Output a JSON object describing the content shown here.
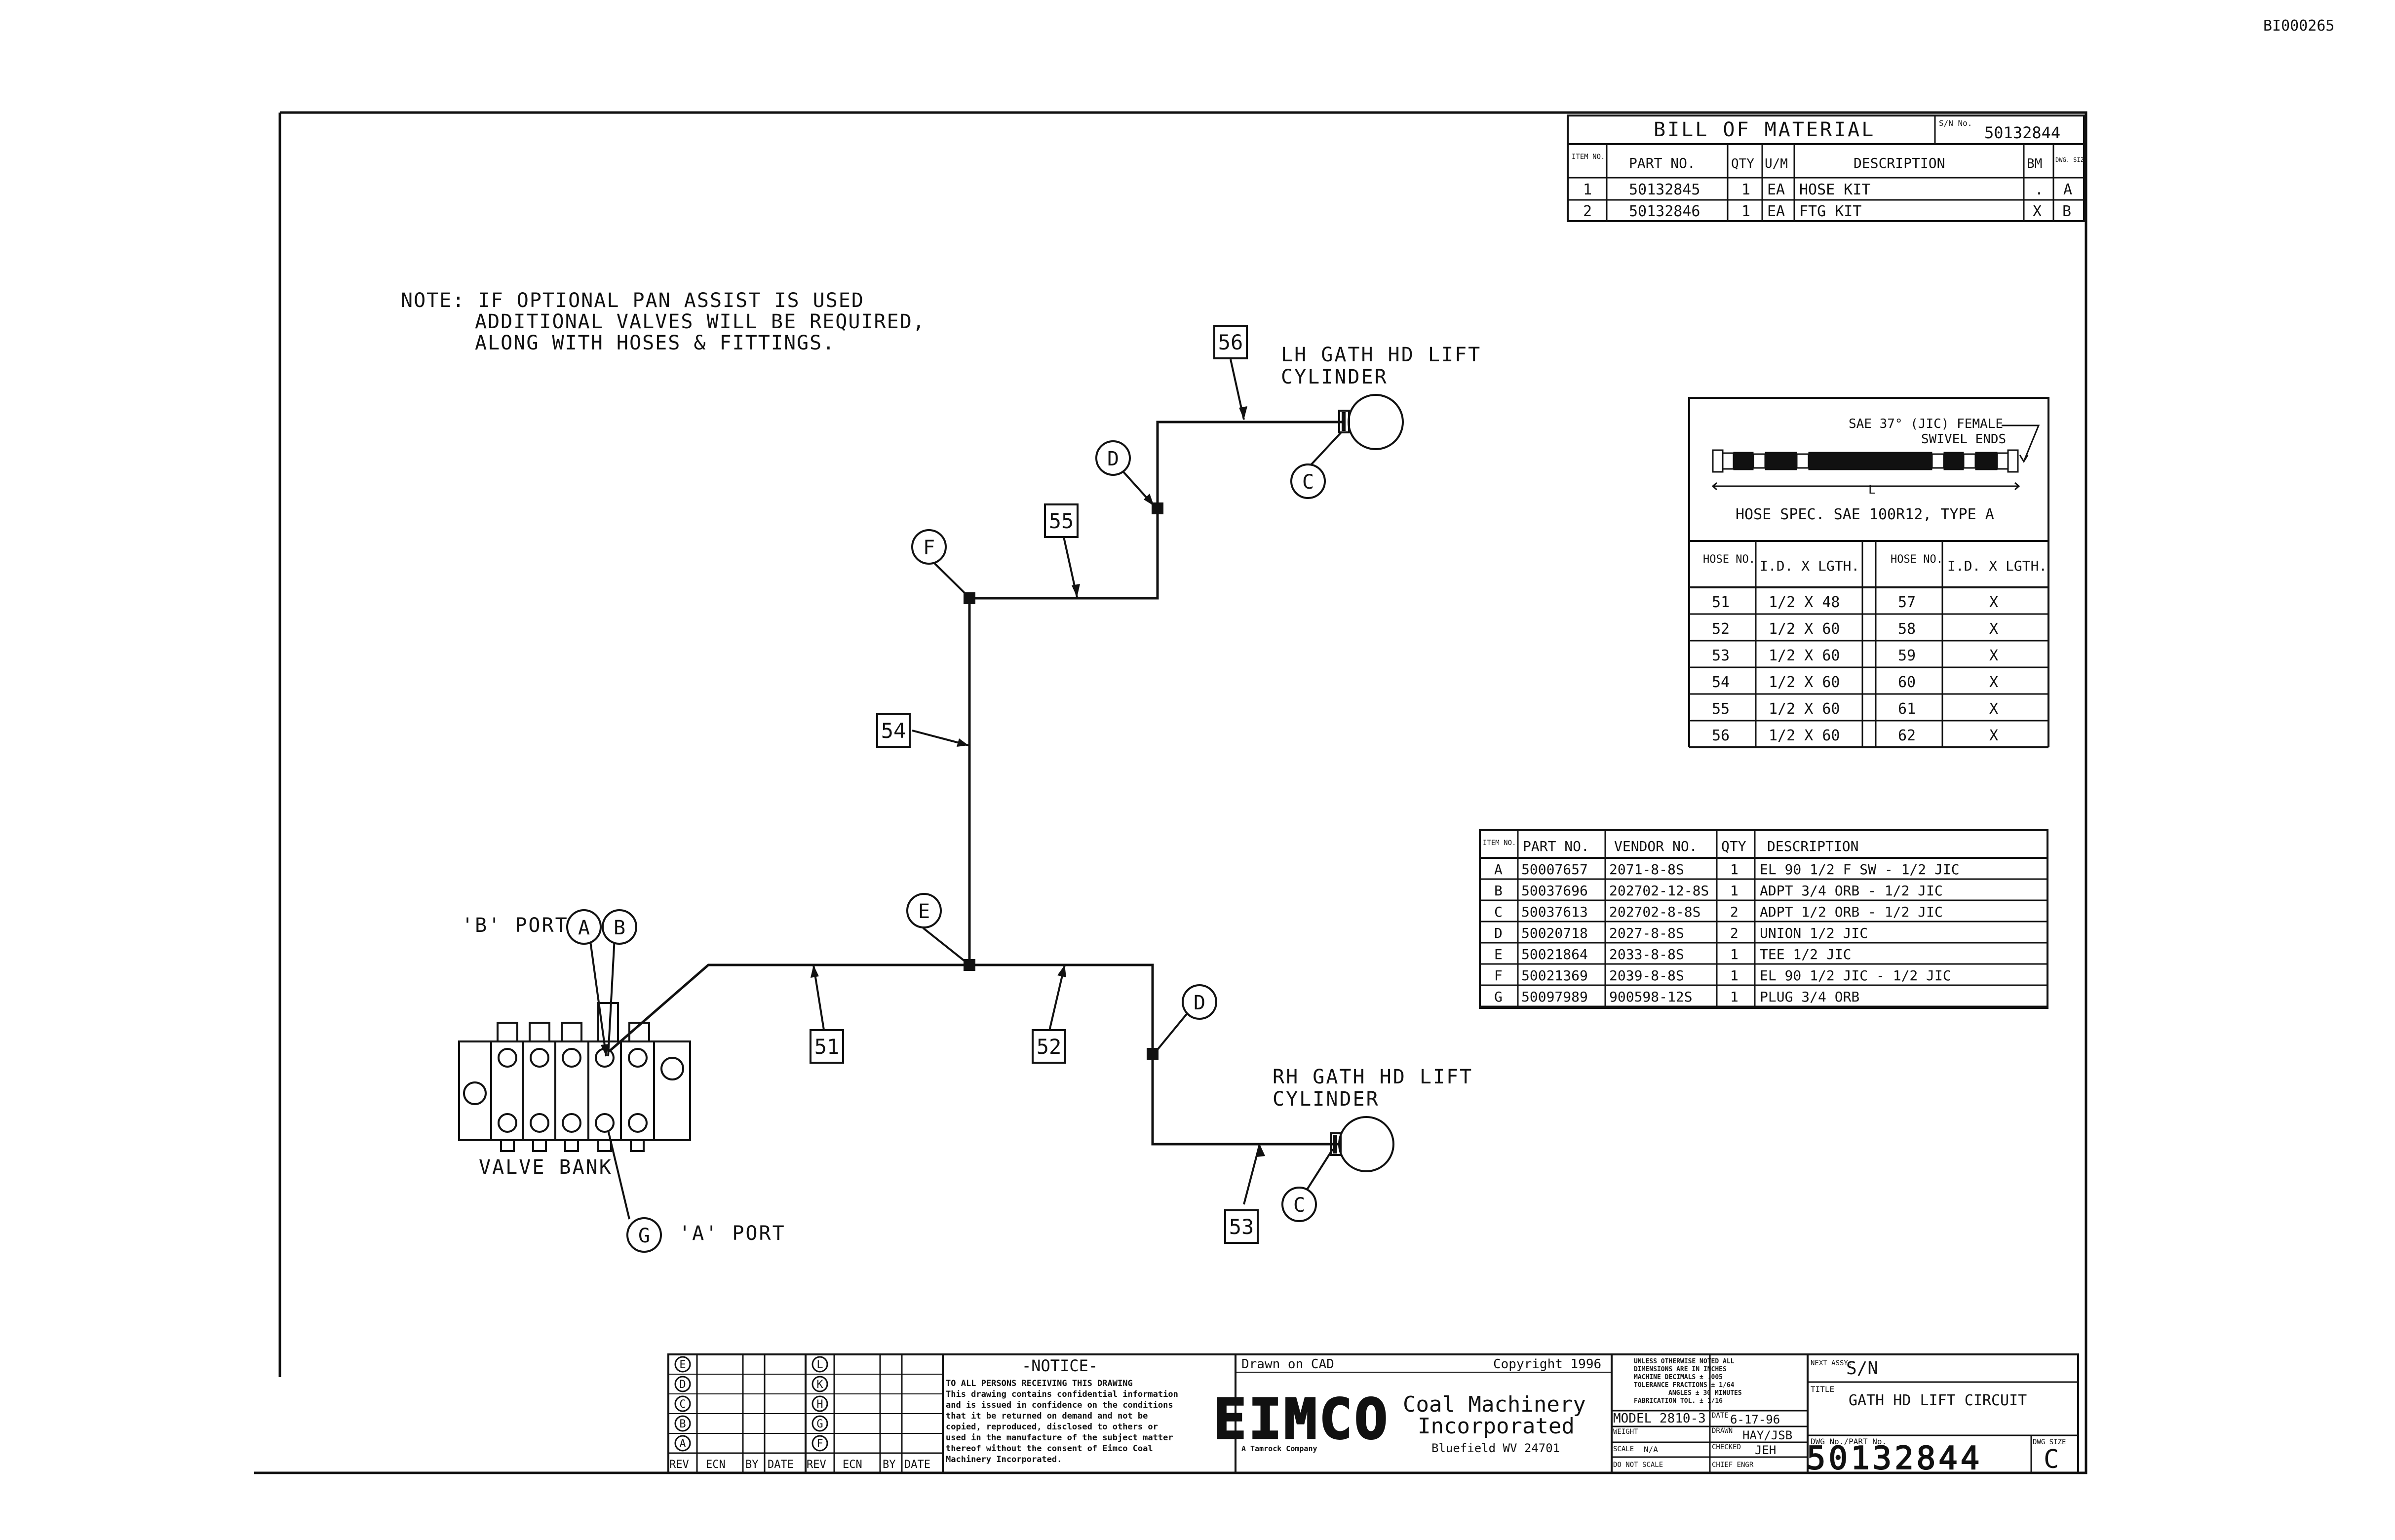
{
  "doc_id": "BI000265",
  "note": {
    "line1": "NOTE: IF OPTIONAL PAN ASSIST IS USED",
    "line2": "ADDITIONAL VALVES WILL BE REQUIRED,",
    "line3": "ALONG WITH HOSES & FITTINGS."
  },
  "bom": {
    "title": "BILL OF MATERIAL",
    "sn_label": "S/N No.",
    "sn_value": "50132844",
    "headers": [
      "ITEM NO.",
      "PART NO.",
      "QTY",
      "U/M",
      "DESCRIPTION",
      "BM",
      "DWG. SIZE"
    ],
    "rows": [
      [
        "1",
        "50132845",
        "1",
        "EA",
        "HOSE KIT",
        ".",
        "A"
      ],
      [
        "2",
        "50132846",
        "1",
        "EA",
        "FTG KIT",
        "X",
        "B"
      ]
    ]
  },
  "hose_spec": {
    "ends_label_1": "SAE 37° (JIC) FEMALE",
    "ends_label_2": "SWIVEL ENDS",
    "length_label": "L",
    "spec": "HOSE SPEC. SAE 100R12, TYPE A",
    "headers": [
      "HOSE NO.",
      "I.D. X LGTH.",
      "HOSE NO.",
      "I.D. X LGTH."
    ],
    "rows": [
      [
        "51",
        "1/2 X 48",
        "57",
        "X"
      ],
      [
        "52",
        "1/2 X 60",
        "58",
        "X"
      ],
      [
        "53",
        "1/2 X 60",
        "59",
        "X"
      ],
      [
        "54",
        "1/2 X 60",
        "60",
        "X"
      ],
      [
        "55",
        "1/2 X 60",
        "61",
        "X"
      ],
      [
        "56",
        "1/2 X 60",
        "62",
        "X"
      ]
    ]
  },
  "fittings": {
    "headers": [
      "ITEM NO.",
      "PART NO.",
      "VENDOR NO.",
      "QTY",
      "DESCRIPTION"
    ],
    "rows": [
      [
        "A",
        "50007657",
        "2071-8-8S",
        "1",
        "EL 90 1/2 F SW - 1/2 JIC"
      ],
      [
        "B",
        "50037696",
        "202702-12-8S",
        "1",
        "ADPT 3/4 ORB - 1/2 JIC"
      ],
      [
        "C",
        "50037613",
        "202702-8-8S",
        "2",
        "ADPT 1/2 ORB - 1/2 JIC"
      ],
      [
        "D",
        "50020718",
        "2027-8-8S",
        "2",
        "UNION 1/2 JIC"
      ],
      [
        "E",
        "50021864",
        "2033-8-8S",
        "1",
        "TEE 1/2 JIC"
      ],
      [
        "F",
        "50021369",
        "2039-8-8S",
        "1",
        "EL 90 1/2 JIC - 1/2 JIC"
      ],
      [
        "G",
        "50097989",
        "900598-12S",
        "1",
        "PLUG 3/4 ORB"
      ]
    ]
  },
  "labels": {
    "lh_cyl_1": "LH GATH HD LIFT",
    "lh_cyl_2": "CYLINDER",
    "rh_cyl_1": "RH GATH HD LIFT",
    "rh_cyl_2": "CYLINDER",
    "b_port": "'B' PORT",
    "a_port": "'A' PORT",
    "valve_bank": "VALVE BANK"
  },
  "hose_tags": [
    "51",
    "52",
    "53",
    "54",
    "55",
    "56"
  ],
  "fitting_tags": [
    "A",
    "B",
    "C",
    "C",
    "D",
    "D",
    "E",
    "F",
    "G"
  ],
  "title_block": {
    "rev_letters": [
      "E",
      "D",
      "C",
      "B",
      "A"
    ],
    "rev_letters_2": [
      "L",
      "K",
      "H",
      "G",
      "F"
    ],
    "rev_headers": [
      "REV",
      "ECN",
      "BY",
      "DATE",
      "REV",
      "ECN",
      "BY",
      "DATE"
    ],
    "notice_title": "-NOTICE-",
    "notice_lines": [
      "TO ALL PERSONS RECEIVING THIS DRAWING",
      "This drawing contains confidential information",
      "and is issued in confidence on the conditions",
      "that it be returned on demand and not be",
      "copied, reproduced, disclosed to others or",
      "used in the manufacture of the subject matter",
      "thereof without the consent of Eimco Coal",
      "Machinery Incorporated."
    ],
    "drawn_on": "Drawn on CAD",
    "copyright": "Copyright 1996",
    "logo": "EIMCO",
    "company_1": "Coal Machinery",
    "company_2": "Incorporated",
    "parent": "A Tamrock Company",
    "location": "Bluefield WV 24701",
    "tolerance_lines": [
      "UNLESS OTHERWISE NOTED ALL",
      "DIMENSIONS ARE IN INCHES",
      "MACHINE  DECIMALS ± .005",
      "TOLERANCE FRACTIONS ± 1/64",
      "ANGLES ± 30 MINUTES",
      "FABRICATION TOL. ± 1/16"
    ],
    "model": "MODEL 2810-3",
    "date_label": "DATE",
    "date": "6-17-96",
    "weight_label": "WEIGHT",
    "drawn_label": "DRAWN",
    "drawn_by": "HAY/JSB",
    "scale_label": "SCALE",
    "scale": "N/A",
    "checked_label": "CHECKED",
    "checked_by": "JEH",
    "do_not_scale": "DO NOT SCALE",
    "chief_label": "CHIEF ENGR",
    "next_assy_label": "NEXT ASSY.",
    "next_assy": "S/N",
    "title_label": "TITLE",
    "title": "GATH HD LIFT CIRCUIT",
    "dwg_label": "DWG No./PART No.",
    "dwg_no": "50132844",
    "dwg_size_label": "DWG SIZE",
    "dwg_size": "C"
  }
}
